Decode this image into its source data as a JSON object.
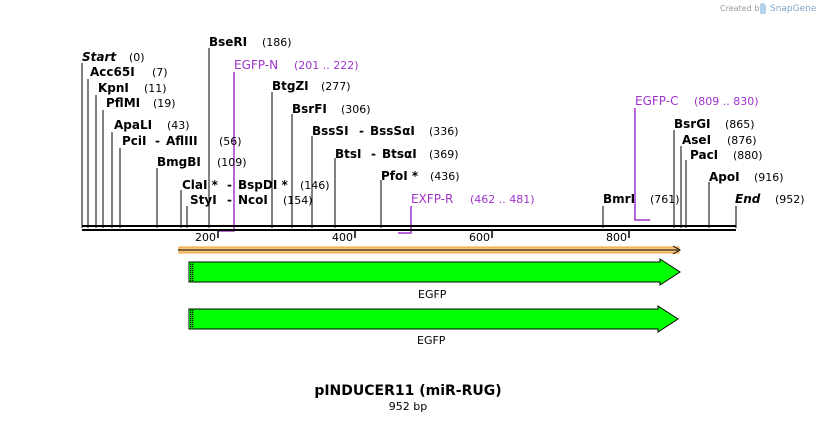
{
  "credit": {
    "prefix": "Created by",
    "brand": "SnapGene"
  },
  "map": {
    "title": "pINDUCER11 (miR-RUG)",
    "length_label": "952 bp",
    "ticks": [
      {
        "label": "200",
        "bp": 200
      },
      {
        "label": "400",
        "bp": 400
      },
      {
        "label": "600",
        "bp": 600
      },
      {
        "label": "800",
        "bp": 800
      }
    ],
    "enzymes": [
      {
        "name": "Start",
        "name2": "",
        "pos": "(0)",
        "bp": 0,
        "italic": true
      },
      {
        "name": "Acc65I",
        "name2": "",
        "pos": "(7)",
        "bp": 7
      },
      {
        "name": "KpnI",
        "name2": "",
        "pos": "(11)",
        "bp": 11
      },
      {
        "name": "PflMI",
        "name2": "",
        "pos": "(19)",
        "bp": 19
      },
      {
        "name": "ApaLI",
        "name2": "",
        "pos": "(43)",
        "bp": 43
      },
      {
        "name": "PciI",
        "name2": "AflIII",
        "pos": "(56)",
        "bp": 56
      },
      {
        "name": "BmgBI",
        "name2": "",
        "pos": "(109)",
        "bp": 109
      },
      {
        "name": "ClaI *",
        "name2": "BspDI *",
        "pos": "(146)",
        "bp": 146
      },
      {
        "name": "StyI",
        "name2": "NcoI",
        "pos": "(154)",
        "bp": 154
      },
      {
        "name": "BseRI",
        "name2": "",
        "pos": "(186)",
        "bp": 186
      },
      {
        "name": "BtgZI",
        "name2": "",
        "pos": "(277)",
        "bp": 277
      },
      {
        "name": "BsrFI",
        "name2": "",
        "pos": "(306)",
        "bp": 306
      },
      {
        "name": "BssSI",
        "name2": "BssSαI",
        "pos": "(336)",
        "bp": 336
      },
      {
        "name": "BtsI",
        "name2": "BtsαI",
        "pos": "(369)",
        "bp": 369
      },
      {
        "name": "PfoI *",
        "name2": "",
        "pos": "(436)",
        "bp": 436
      },
      {
        "name": "BmrI",
        "name2": "",
        "pos": "(761)",
        "bp": 761
      },
      {
        "name": "BsrGI",
        "name2": "",
        "pos": "(865)",
        "bp": 865
      },
      {
        "name": "AseI",
        "name2": "",
        "pos": "(876)",
        "bp": 876
      },
      {
        "name": "PacI",
        "name2": "",
        "pos": "(880)",
        "bp": 880
      },
      {
        "name": "ApoI",
        "name2": "",
        "pos": "(916)",
        "bp": 916
      },
      {
        "name": "End",
        "name2": "",
        "pos": "(952)",
        "bp": 952,
        "italic": true
      }
    ],
    "primers": [
      {
        "name": "EGFP-N",
        "range": "(201 .. 222)",
        "start": 201,
        "end": 222,
        "strand": "forward"
      },
      {
        "name": "EXFP-R",
        "range": "(462 .. 481)",
        "start": 462,
        "end": 481,
        "strand": "reverse"
      },
      {
        "name": "EGFP-C",
        "range": "(809 .. 830)",
        "start": 809,
        "end": 830,
        "strand": "forward"
      }
    ],
    "features": [
      {
        "label": "EGFP",
        "start": 161,
        "end": 880,
        "color": "#00ff00"
      },
      {
        "label": "EGFP",
        "start": 161,
        "end": 880,
        "color": "#00ff00"
      }
    ],
    "orf": {
      "start": 142,
      "end": 880,
      "color": "#f5a623"
    },
    "colors": {
      "primer": "#a033cc",
      "backbone": "#000000",
      "feature": "#00ff00",
      "orf": "#f5a623"
    }
  }
}
